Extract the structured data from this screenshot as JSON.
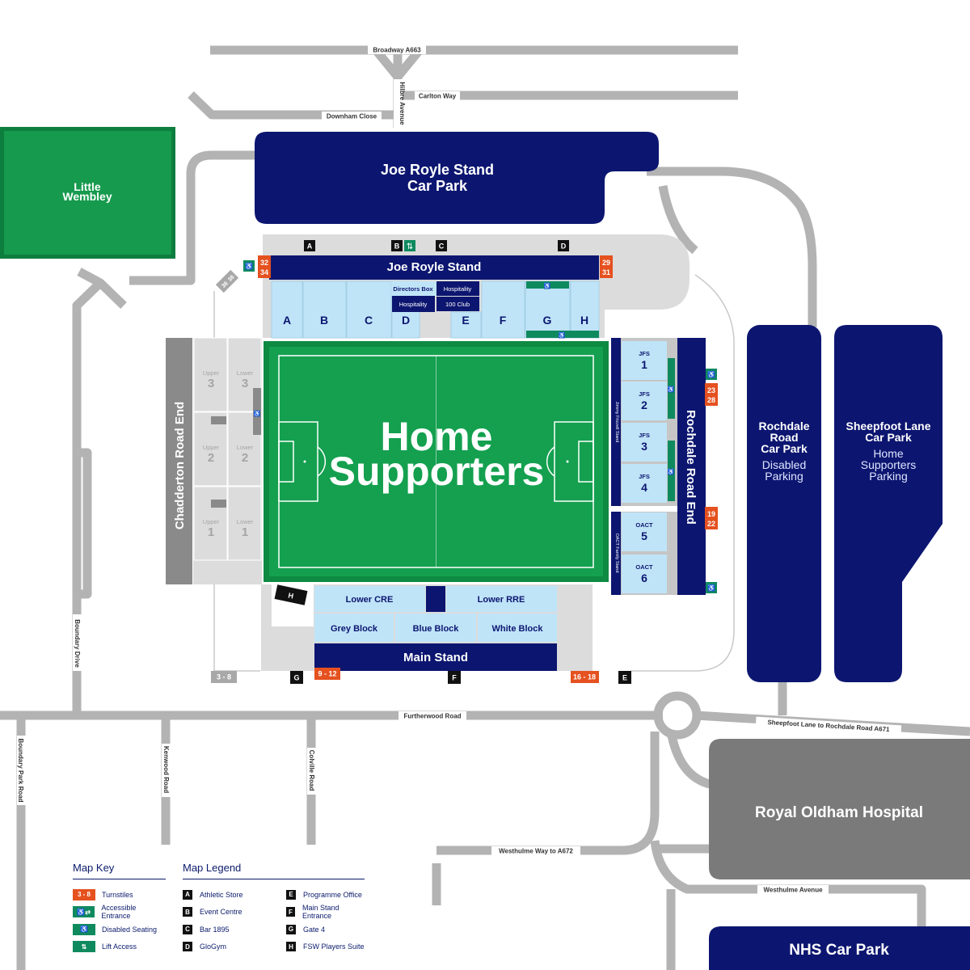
{
  "colors": {
    "navy": "#0c1670",
    "pitch_green": "#14a04f",
    "pitch_dark": "#0e8a42",
    "park_green": "#169a4d",
    "seat_blue": "#bfe4f8",
    "turnstile_orange": "#e5511f",
    "grey_stand": "#d6d6d6",
    "hospital_grey": "#7a7a7a",
    "road": "#b3b3b3"
  },
  "roads": {
    "broadway": "Broadway A663",
    "carlton": "Carlton Way",
    "hilbre": "Hilbre Avenue",
    "downham": "Downham Close",
    "boundary_drive": "Boundary Drive",
    "furtherwood": "Furtherwood Road",
    "sheepfoot_a671": "Sheepfoot Lane to Rochdale Road A671",
    "boundary_park_road": "Boundary Park Road",
    "kenwood": "Kenwood Road",
    "colville": "Colville Road",
    "westhulme_way": "Westhulme Way to A672",
    "westhulme_ave": "Westhulme Avenue"
  },
  "areas": {
    "little_wembley": [
      "Little",
      "Wembley"
    ],
    "jr_car_park": [
      "Joe Royle Stand",
      "Car Park"
    ],
    "rochdale_cp_title": [
      "Rochdale",
      "Road",
      "Car Park"
    ],
    "rochdale_cp_sub": [
      "Disabled",
      "Parking"
    ],
    "sheepfoot_cp_title": [
      "Sheepfoot Lane",
      "Car Park"
    ],
    "sheepfoot_cp_sub": [
      "Home",
      "Supporters",
      "Parking"
    ],
    "hospital": "Royal Oldham Hospital",
    "nhs": "NHS Car Park"
  },
  "stands": {
    "joe_royle": "Joe Royle Stand",
    "chadderton": "Chadderton Road End",
    "rochdale": "Rochdale Road End",
    "main": "Main Stand",
    "jimmy_frizzell": "Jimmy Frizzell Stand",
    "oact_family": "OACT Family Stand"
  },
  "pitch_label": [
    "Home",
    "Supporters"
  ],
  "jr_blocks": [
    "A",
    "B",
    "C",
    "D",
    "E",
    "F",
    "G",
    "H"
  ],
  "jr_hospitality": {
    "directors_box": "Directors Box",
    "hospitality": "Hospitality",
    "club_100": "100 Club"
  },
  "chadderton_blocks": [
    {
      "tier": "Upper",
      "num": "3"
    },
    {
      "tier": "Lower",
      "num": "3"
    },
    {
      "tier": "Upper",
      "num": "2"
    },
    {
      "tier": "Lower",
      "num": "2"
    },
    {
      "tier": "Upper",
      "num": "1"
    },
    {
      "tier": "Lower",
      "num": "1"
    }
  ],
  "rochdale_blocks": [
    {
      "tier": "JFS",
      "num": "1"
    },
    {
      "tier": "JFS",
      "num": "2"
    },
    {
      "tier": "JFS",
      "num": "3"
    },
    {
      "tier": "JFS",
      "num": "4"
    },
    {
      "tier": "OACT",
      "num": "5"
    },
    {
      "tier": "OACT",
      "num": "6"
    }
  ],
  "main_blocks": {
    "lower_cre": "Lower CRE",
    "lower_rre": "Lower RRE",
    "grey": "Grey Block",
    "blue": "Blue Block",
    "white": "White Block"
  },
  "turnstiles": {
    "t32_34": [
      "32",
      "34"
    ],
    "t29_31": [
      "29",
      "31"
    ],
    "t23_28": [
      "23",
      "28"
    ],
    "t19_22": [
      "19",
      "22"
    ],
    "t9_12": "9 - 12",
    "t16_18": "16 - 18",
    "t3_8_grey": "3 - 8",
    "t36_38": [
      "36",
      "38"
    ]
  },
  "gates": {
    "a": "A",
    "b": "B",
    "c": "C",
    "d": "D",
    "e": "E",
    "f": "F",
    "g": "G",
    "h": "H"
  },
  "map_key": {
    "title": "Map Key",
    "items": [
      {
        "swatch": "3 - 8",
        "label": "Turnstiles",
        "color": "#e5511f"
      },
      {
        "swatch": "♿⇄",
        "label": "Accessible Entrance",
        "color": "#0f8a5f"
      },
      {
        "swatch": "♿",
        "label": "Disabled Seating",
        "color": "#0f8a5f"
      },
      {
        "swatch": "⇅",
        "label": "Lift Access",
        "color": "#0f8a5f"
      }
    ]
  },
  "map_legend": {
    "title": "Map Legend",
    "items": [
      {
        "letter": "A",
        "label": "Athletic Store"
      },
      {
        "letter": "E",
        "label": "Programme Office"
      },
      {
        "letter": "B",
        "label": "Event Centre"
      },
      {
        "letter": "F",
        "label": "Main Stand Entrance"
      },
      {
        "letter": "C",
        "label": "Bar 1895"
      },
      {
        "letter": "G",
        "label": "Gate 4"
      },
      {
        "letter": "D",
        "label": "GloGym"
      },
      {
        "letter": "H",
        "label": "FSW Players Suite"
      }
    ]
  }
}
